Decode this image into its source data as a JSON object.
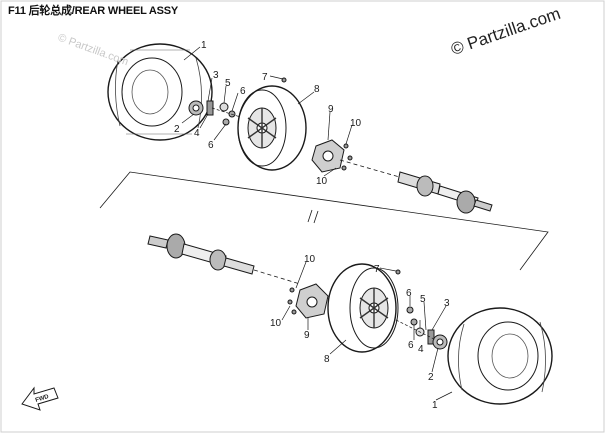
{
  "header": {
    "title": "F11 后轮总成/REAR WHEEL ASSY"
  },
  "watermark": {
    "text": "© Partzilla.com",
    "faint_text": "© Partzilla.com"
  },
  "fwd": {
    "label": "FWD"
  },
  "callouts": {
    "c1_top": "1",
    "c2_top": "2",
    "c3_top": "3",
    "c4_top": "4",
    "c5_top": "5",
    "c6a_top": "6",
    "c6b_top": "6",
    "c7_top": "7",
    "c8_top": "8",
    "c9_top": "9",
    "c10a_top": "10",
    "c10b_top": "10",
    "c1_bot": "1",
    "c2_bot": "2",
    "c3_bot": "3",
    "c4_bot": "4",
    "c5_bot": "5",
    "c6a_bot": "6",
    "c6b_bot": "6",
    "c7_bot": "7",
    "c8_bot": "8",
    "c9_bot": "9",
    "c10a_bot": "10",
    "c10b_bot": "10"
  },
  "colors": {
    "line": "#1a1a1a",
    "part_gray": "#9a9a9a",
    "frame": "#cfcfcf"
  }
}
